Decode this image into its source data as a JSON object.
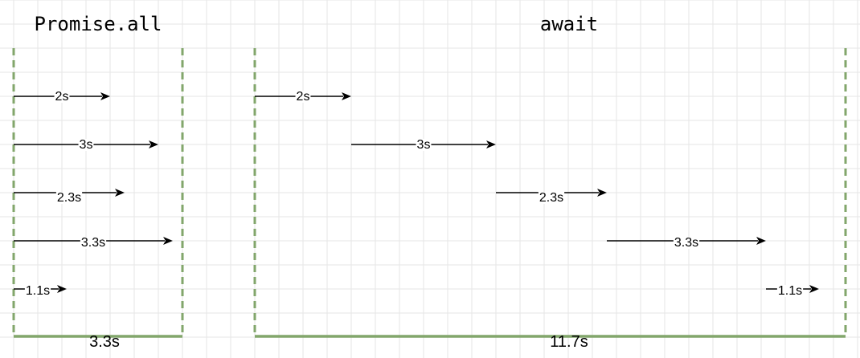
{
  "colors": {
    "background": "#ffffff",
    "grid": "#e6e6e6",
    "arrow": "#000000",
    "boundary": "#82a66b"
  },
  "sections": [
    {
      "id": "promise-all",
      "title": "Promise.all",
      "total_label": "3.3s",
      "arrows": [
        {
          "label": "2s",
          "duration": 2
        },
        {
          "label": "3s",
          "duration": 3
        },
        {
          "label": "2.3s",
          "duration": 2.3
        },
        {
          "label": "3.3s",
          "duration": 3.3
        },
        {
          "label": "1.1s",
          "duration": 1.1
        }
      ]
    },
    {
      "id": "await",
      "title": "await",
      "total_label": "11.7s",
      "arrows": [
        {
          "label": "2s",
          "duration": 2
        },
        {
          "label": "3s",
          "duration": 3
        },
        {
          "label": "2.3s",
          "duration": 2.3
        },
        {
          "label": "3.3s",
          "duration": 3.3
        },
        {
          "label": "1.1s",
          "duration": 1.1
        }
      ]
    }
  ]
}
